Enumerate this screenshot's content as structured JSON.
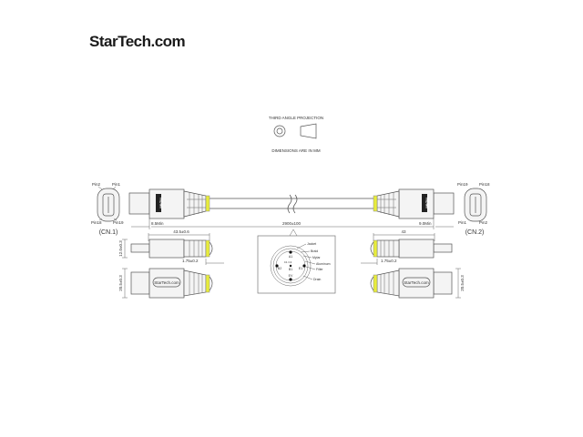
{
  "brand": {
    "logo_text": "StarTech.com"
  },
  "header": {
    "projection_label": "THIRD ANGLE PROJECTION",
    "units_label": "DIMENSIONS ARE IN MM"
  },
  "connector_left": {
    "label": "(CN.1)",
    "pins": [
      "Pin2",
      "Pin1",
      "Pin18",
      "Pin19"
    ],
    "min_length": "8.5Min",
    "length": "43.5±0.6",
    "height": "12.0±0.3",
    "width": "20.5±0.3",
    "band": "1.75±0.2",
    "body_text": "HDMI",
    "logo_text": "StarTech.com"
  },
  "connector_right": {
    "label": "(CN.2)",
    "pins": [
      "Pin19",
      "Pin18",
      "Pin1",
      "Pin2"
    ],
    "min_length": "9.0Min",
    "length": "43",
    "width": "20.5±0.3",
    "band": "1.75±0.2",
    "body_text": "HDMI",
    "logo_text": "StarTech.com"
  },
  "cable": {
    "length": "2900±100"
  },
  "cross_section": {
    "layers": [
      "Jacket",
      "Braid",
      "Mylar",
      "Aluminum",
      "Filler",
      "Drain"
    ],
    "pairs": [
      "A1",
      "B1",
      "B2",
      "E1",
      "EV",
      "C1 C2"
    ]
  },
  "colors": {
    "band": "#e8ec3c",
    "line": "#555555"
  }
}
